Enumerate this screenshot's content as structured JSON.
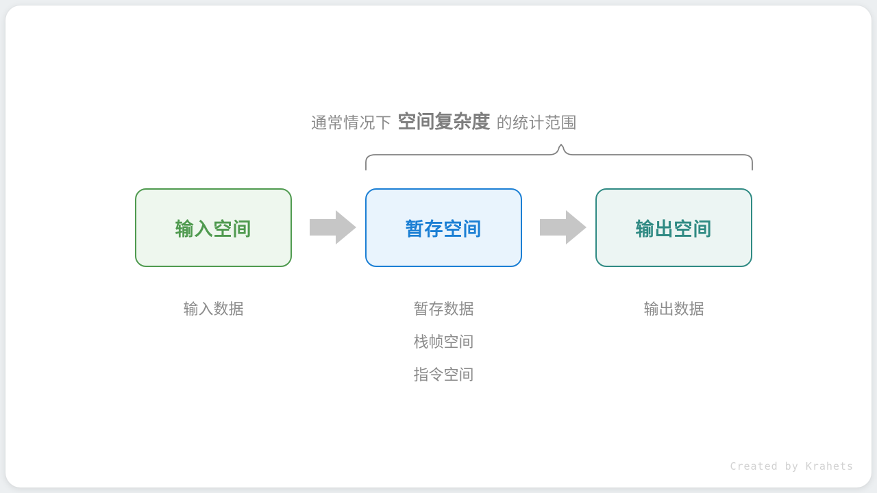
{
  "figure": {
    "background_color": "#eceff1",
    "card_color": "#ffffff",
    "heading": {
      "prefix": "通常情况下",
      "emphasis": "空间复杂度",
      "suffix": "的统计范围"
    },
    "brace": {
      "color": "#808080",
      "name": "scope-brace",
      "covers": [
        "暂存空间",
        "输出空间"
      ]
    },
    "boxes": [
      {
        "id": "input-space",
        "label": "输入空间",
        "border_color": "#4f9a4f",
        "fill_color": "#eef7ee",
        "text_color": "#4f9a4f",
        "caption": [
          "输入数据"
        ]
      },
      {
        "id": "temp-space",
        "label": "暂存空间",
        "border_color": "#1b7fd4",
        "fill_color": "#e9f4fd",
        "text_color": "#1b7fd4",
        "caption": [
          "暂存数据",
          "栈帧空间",
          "指令空间"
        ]
      },
      {
        "id": "output-space",
        "label": "输出空间",
        "border_color": "#2f8a83",
        "fill_color": "#ecf5f3",
        "text_color": "#2f8a83",
        "caption": [
          "输出数据"
        ]
      }
    ],
    "arrows": [
      {
        "id": "arrow-input-to-temp",
        "icon": "right-arrow-icon",
        "color": "#c6c6c6"
      },
      {
        "id": "arrow-temp-to-output",
        "icon": "right-arrow-icon",
        "color": "#c6c6c6"
      }
    ],
    "watermark": "Created by Krahets"
  }
}
